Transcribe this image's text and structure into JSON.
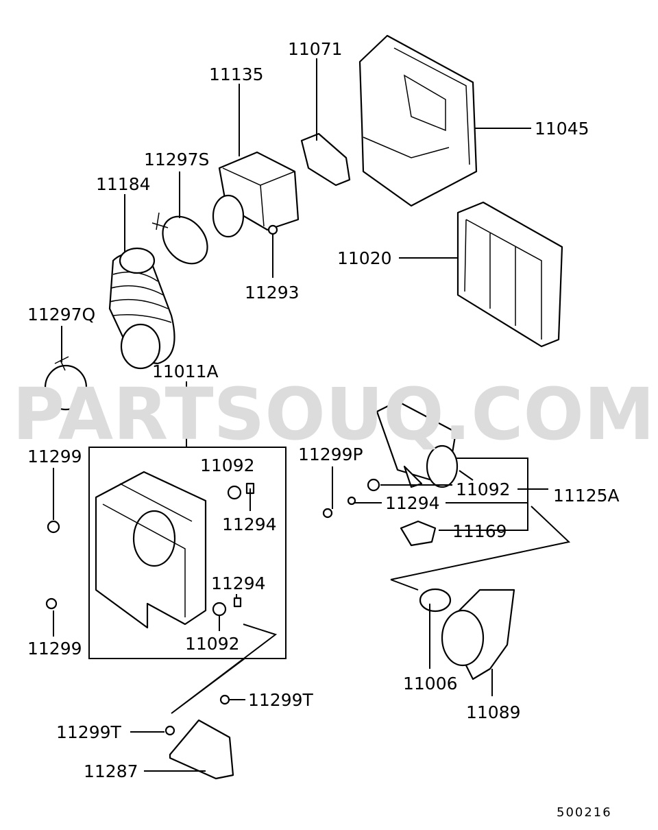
{
  "watermark": "PARTSOUQ.COM",
  "diagram_code": "500216",
  "labels": {
    "p11071": "11071",
    "p11135": "11135",
    "p11045": "11045",
    "p11297S": "11297S",
    "p11184": "11184",
    "p11020": "11020",
    "p11293": "11293",
    "p11297Q": "11297Q",
    "p11011A": "11011A",
    "p11299_a": "11299",
    "p11092_a": "11092",
    "p11294_a": "11294",
    "p11294_b": "11294",
    "p11092_b": "11092",
    "p11299_b": "11299",
    "p11299P": "11299P",
    "p11092_c": "11092",
    "p11294_c": "11294",
    "p11125A": "11125A",
    "p11169": "11169",
    "p11006": "11006",
    "p11089": "11089",
    "p11299T_a": "11299T",
    "p11299T_b": "11299T",
    "p11287": "11287"
  }
}
